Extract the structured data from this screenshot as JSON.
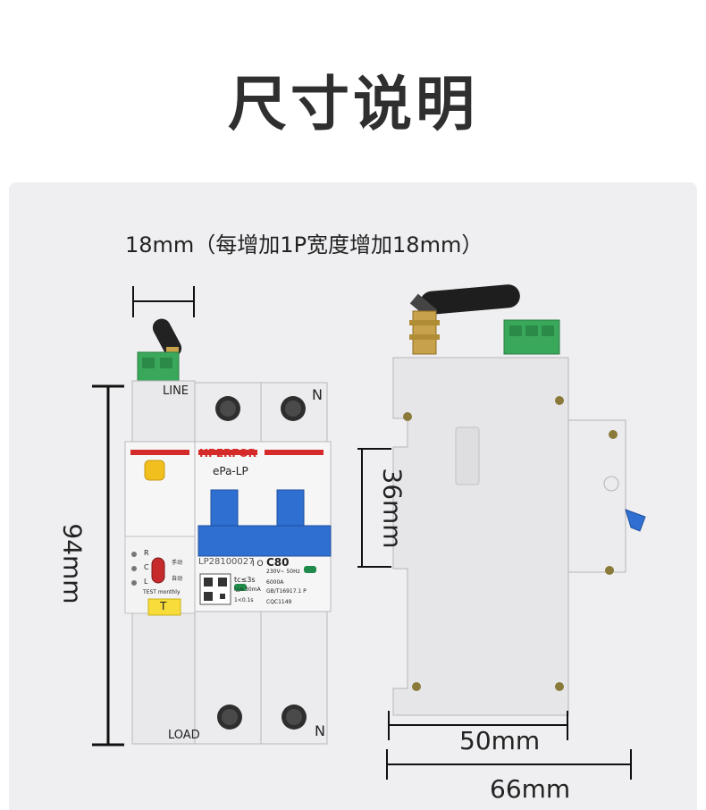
{
  "title": "尺寸说明",
  "dimensions": {
    "top_note": "18mm（每增加1P宽度增加18mm）",
    "height_front": "94mm",
    "height_side": "36mm",
    "width_rail": "50mm",
    "width_total": "66mm"
  },
  "front_device": {
    "line_label": "LINE",
    "load_label": "LOAD",
    "n_top": "N",
    "n_bottom": "N",
    "brand": "HPERFOR",
    "model": "ePa-LP",
    "serial": "LP28100027",
    "rating": "C80",
    "voltage": "230V~ 50Hz",
    "capacity": "6000A",
    "standard": "GB/T16917.1 P",
    "cert": "CQC1149",
    "trip_time": "tc≤3s",
    "residual": "I△n 30mA",
    "aux": "1<0.1s",
    "indicator_r": "R",
    "indicator_c": "C",
    "indicator_l": "L",
    "manual": "手动",
    "auto": "自动",
    "test_label": "TEST monthly",
    "test_key": "T",
    "on_off": "I O"
  },
  "colors": {
    "accent_blue": "#2f6fd1",
    "brand_red": "#d42a2a",
    "terminal_green": "#3aa85a",
    "indicator_yellow": "#f2c01e"
  }
}
